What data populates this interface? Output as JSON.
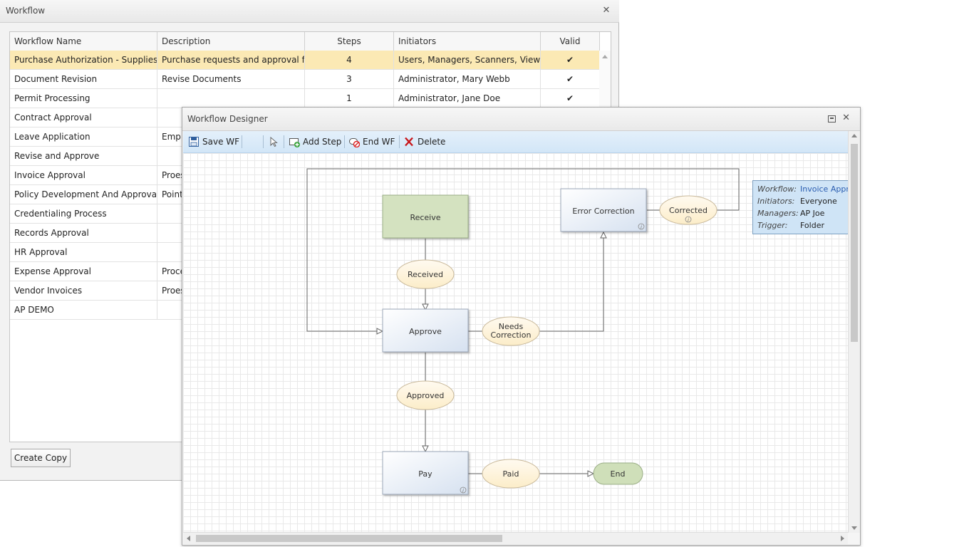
{
  "workflow_window": {
    "title": "Workflow",
    "columns": [
      "Workflow Name",
      "Description",
      "Steps",
      "Initiators",
      "Valid"
    ],
    "rows": [
      {
        "name": "Purchase Authorization - Supplies &",
        "description": "Purchase requests and approval for",
        "steps": "4",
        "initiators": "Users, Managers, Scanners, Viewers",
        "valid": "✔",
        "selected": true
      },
      {
        "name": "Document Revision",
        "description": "Revise Documents",
        "steps": "3",
        "initiators": "Administrator, Mary Webb",
        "valid": "✔"
      },
      {
        "name": "Permit Processing",
        "description": "",
        "steps": "1",
        "initiators": "Administrator, Jane Doe",
        "valid": "✔"
      },
      {
        "name": "Contract Approval",
        "description": "",
        "steps": "",
        "initiators": "",
        "valid": ""
      },
      {
        "name": "Leave Application",
        "description": "Empl",
        "steps": "",
        "initiators": "",
        "valid": ""
      },
      {
        "name": "Revise and Approve",
        "description": "",
        "steps": "",
        "initiators": "",
        "valid": ""
      },
      {
        "name": "Invoice Approval",
        "description": "Proes",
        "steps": "",
        "initiators": "",
        "valid": ""
      },
      {
        "name": "Policy Development And Approval",
        "description": "Point",
        "steps": "",
        "initiators": "",
        "valid": ""
      },
      {
        "name": "Credentialing Process",
        "description": "",
        "steps": "",
        "initiators": "",
        "valid": ""
      },
      {
        "name": "Records Approval",
        "description": "",
        "steps": "",
        "initiators": "",
        "valid": ""
      },
      {
        "name": "HR Approval",
        "description": "",
        "steps": "",
        "initiators": "",
        "valid": ""
      },
      {
        "name": "Expense Approval",
        "description": "Proce",
        "steps": "",
        "initiators": "",
        "valid": ""
      },
      {
        "name": "Vendor Invoices",
        "description": "Proes",
        "steps": "",
        "initiators": "",
        "valid": ""
      },
      {
        "name": "AP DEMO",
        "description": "",
        "steps": "",
        "initiators": "",
        "valid": ""
      }
    ],
    "create_copy_label": "Create Copy",
    "close_icon": "close-icon"
  },
  "designer": {
    "title": "Workflow Designer",
    "toolbar": {
      "save": "Save WF",
      "add_step": "Add Step",
      "end_wf": "End WF",
      "delete": "Delete"
    },
    "steps": {
      "receive": "Receive",
      "approve": "Approve",
      "pay": "Pay",
      "error_correction": "Error Correction",
      "end": "End"
    },
    "actions": {
      "received": "Received",
      "needs_correction_1": "Needs",
      "needs_correction_2": "Correction",
      "approved": "Approved",
      "paid": "Paid",
      "corrected": "Corrected"
    },
    "info": {
      "workflow_label": "Workflow:",
      "workflow_value": "Invoice Approval",
      "initiators_label": "Initiators:",
      "initiators_value": "Everyone",
      "managers_label": "Managers:",
      "managers_value": "AP Joe",
      "trigger_label": "Trigger:",
      "trigger_value": "Folder"
    },
    "colors": {
      "start_step": "#d2e0bc",
      "step": "#e8eef7",
      "action": "#fdf3dc",
      "toolbar": "#d9e9f8",
      "info_box": "#cfe4f6"
    }
  }
}
